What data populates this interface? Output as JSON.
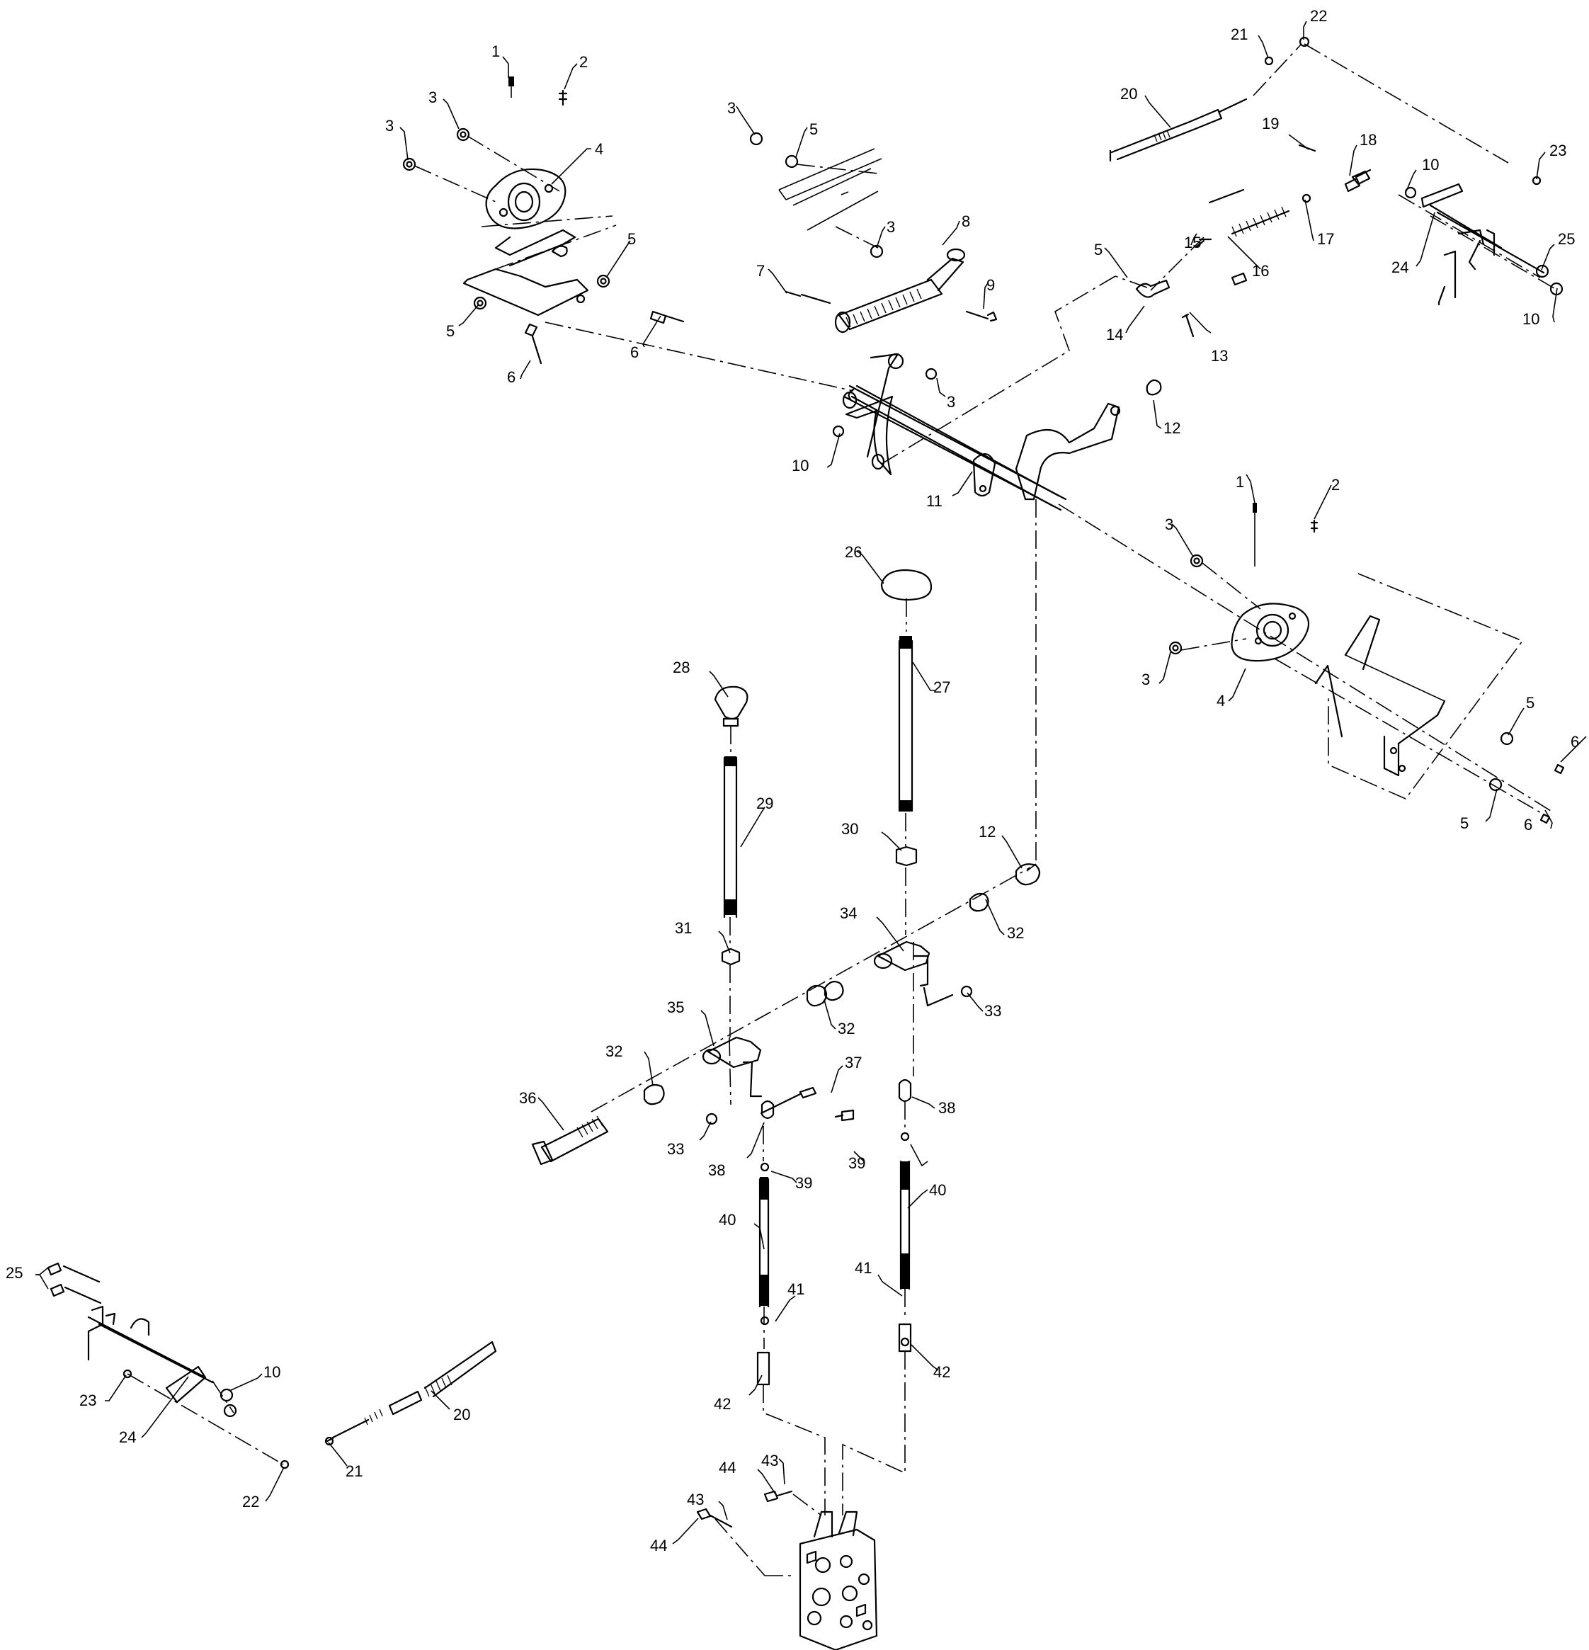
{
  "callouts": {
    "c1a": "1",
    "c2a": "2",
    "c3a": "3",
    "c3b": "3",
    "c4a": "4",
    "c5a": "5",
    "c5b": "5",
    "c6a": "6",
    "c6b": "6",
    "c3c": "3",
    "c5c": "5",
    "c3d": "3",
    "c8": "8",
    "c7": "7",
    "c9": "9",
    "c3e": "3",
    "c10a": "10",
    "c11": "11",
    "c5d": "5",
    "c14": "14",
    "c13": "13",
    "c15": "15",
    "c16": "16",
    "c17": "17",
    "c12a": "12",
    "c20a": "20",
    "c21a": "21",
    "c22a": "22",
    "c19": "19",
    "c18": "18",
    "c10b": "10",
    "c23a": "23",
    "c24a": "24",
    "c25a": "25",
    "c10c": "10",
    "c1b": "1",
    "c2b": "2",
    "c3f": "3",
    "c3g": "3",
    "c4b": "4",
    "c5e": "5",
    "c6c": "6",
    "c5f": "5",
    "c6d": "6",
    "c26": "26",
    "c27": "27",
    "c28": "28",
    "c29": "29",
    "c30": "30",
    "c12b": "12",
    "c34": "34",
    "c32a": "32",
    "c31": "31",
    "c33a": "33",
    "c32b": "32",
    "c35": "35",
    "c32c": "32",
    "c36": "36",
    "c33b": "33",
    "c37": "37",
    "c38a": "38",
    "c38b": "38",
    "c39a": "39",
    "c39b": "39",
    "c40a": "40",
    "c40b": "40",
    "c41a": "41",
    "c41b": "41",
    "c42a": "42",
    "c42b": "42",
    "c44a": "44",
    "c43a": "43",
    "c43b": "43",
    "c44b": "44",
    "c25b": "25",
    "c10d": "10",
    "c23b": "23",
    "c24b": "24",
    "c20b": "20",
    "c22b": "22",
    "c21b": "21"
  }
}
